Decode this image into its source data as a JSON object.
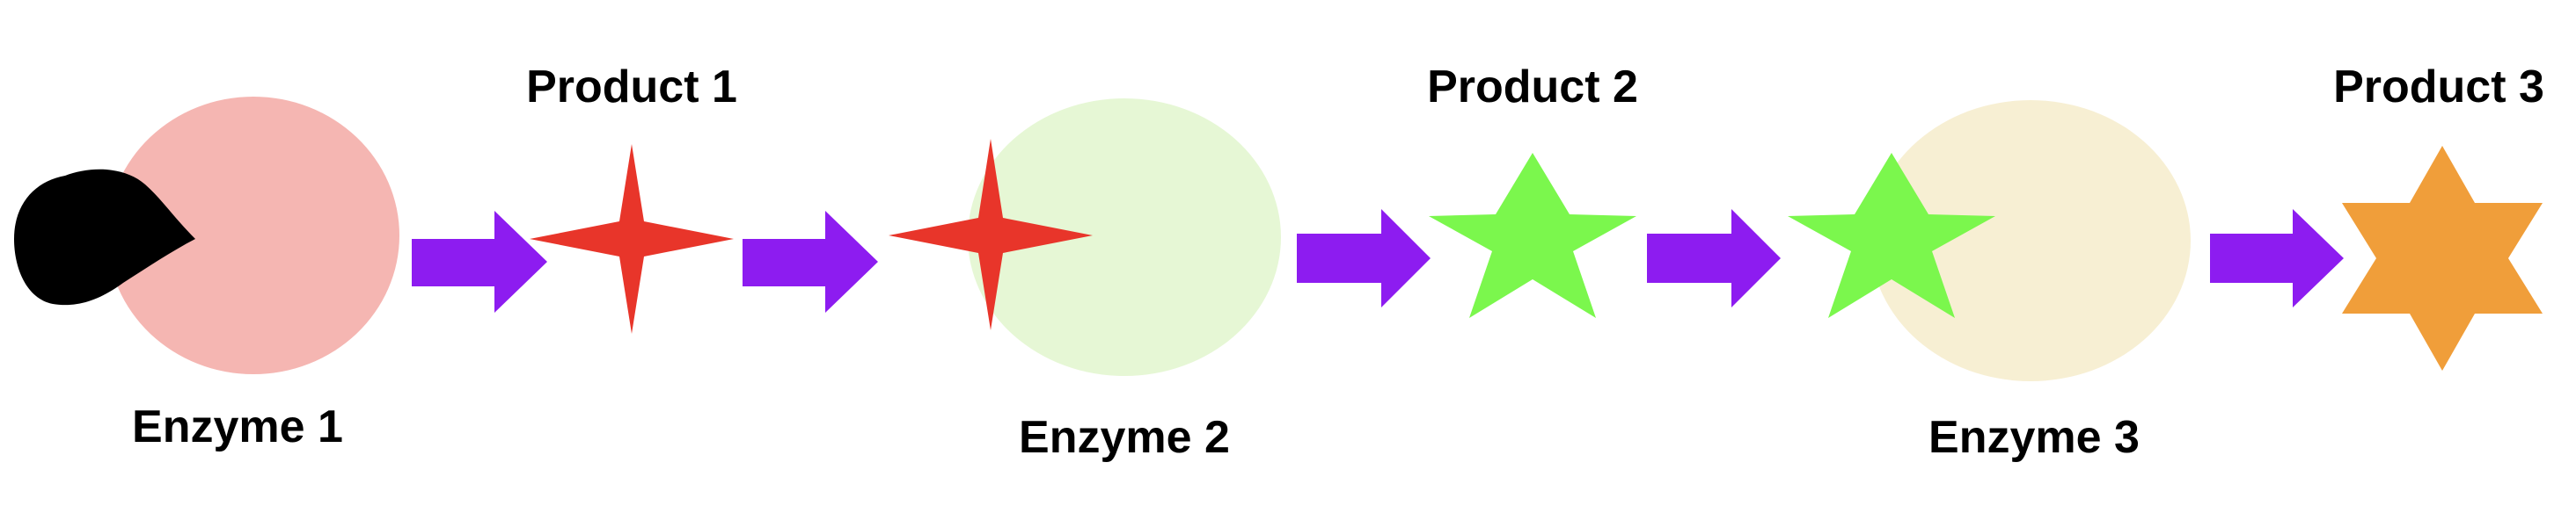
{
  "labels": {
    "product_1": "Product 1",
    "product_2": "Product 2",
    "product_3": "Product 3",
    "enzyme_1": "Enzyme 1",
    "enzyme_2": "Enzyme 2",
    "enzyme_3": "Enzyme 3"
  },
  "colors": {
    "enzyme_1": "#f5b6b2",
    "enzyme_2": "#e6f7d5",
    "enzyme_3": "#f7efd3",
    "substrate": "#000000",
    "product_1": "#e8352a",
    "product_2": "#7bf74d",
    "product_3": "#f09e3a",
    "arrow": "#8d1cf0"
  }
}
